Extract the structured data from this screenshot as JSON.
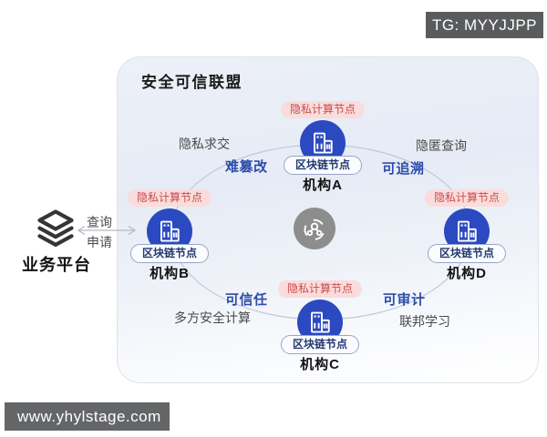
{
  "watermarks": {
    "top_right": "TG: MYYJJPP",
    "bottom_left": "www.yhylstage.com"
  },
  "platform": {
    "name": "业务平台",
    "icon": "layers-stack-icon",
    "arrow_label_top": "查询",
    "arrow_label_bottom": "申请"
  },
  "alliance": {
    "title": "安全可信联盟",
    "hub_icon": "network-hub-icon",
    "nodes": [
      {
        "id": "A",
        "privacy_pill": "隐私计算节点",
        "blockchain_pill": "区块链节点",
        "name": "机构A",
        "icon": "organization-building-icon"
      },
      {
        "id": "B",
        "privacy_pill": "隐私计算节点",
        "blockchain_pill": "区块链节点",
        "name": "机构B",
        "icon": "organization-building-icon"
      },
      {
        "id": "C",
        "privacy_pill": "隐私计算节点",
        "blockchain_pill": "区块链节点",
        "name": "机构C",
        "icon": "organization-building-icon"
      },
      {
        "id": "D",
        "privacy_pill": "隐私计算节点",
        "blockchain_pill": "区块链节点",
        "name": "机构D",
        "icon": "organization-building-icon"
      }
    ],
    "edge_labels": [
      {
        "between": "B-A",
        "feature": "隐私求交",
        "property": "难篡改"
      },
      {
        "between": "A-D",
        "feature": "隐匿查询",
        "property": "可追溯"
      },
      {
        "between": "B-C",
        "feature": "多方安全计算",
        "property": "可信任"
      },
      {
        "between": "C-D",
        "feature": "联邦学习",
        "property": "可审计"
      }
    ],
    "colors": {
      "node_circle": "#2b49c0",
      "privacy_pill_bg": "#fadcdc",
      "privacy_pill_text": "#c94b4b",
      "blockchain_pill_text": "#22386e",
      "blue_label": "#2d4dab",
      "hub_circle": "#8d8d8d",
      "panel_top": "#e6ebf5"
    }
  }
}
